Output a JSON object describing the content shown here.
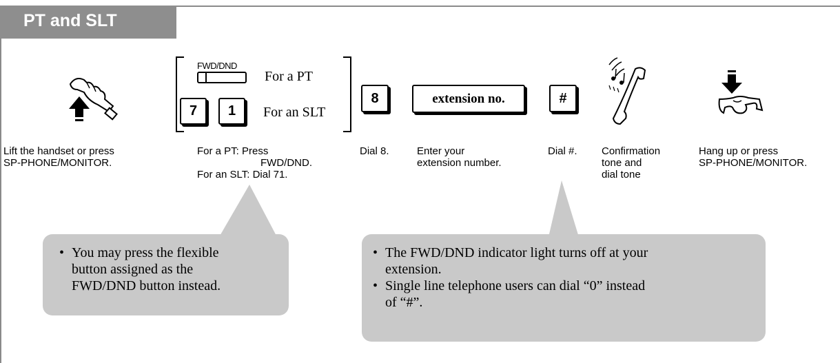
{
  "header": {
    "title": "PT and SLT"
  },
  "steps": {
    "lift": {
      "caption_line1": "Lift the handset or press",
      "caption_line2": "SP-PHONE/MONITOR."
    },
    "fwd": {
      "key_label": "FWD/DND",
      "for_pt": "For a PT",
      "key_7": "7",
      "key_1": "1",
      "for_slt": "For an SLT",
      "caption_line1": "For a PT: Press",
      "caption_line2": "FWD/DND.",
      "caption_line3": "For an SLT: Dial 71."
    },
    "dial8": {
      "key": "8",
      "caption": "Dial 8."
    },
    "extension": {
      "box_label": "extension no.",
      "caption_line1": "Enter your",
      "caption_line2": "extension number."
    },
    "dial_hash": {
      "key": "#",
      "caption": "Dial #."
    },
    "confirm": {
      "caption_line1": "Confirmation",
      "caption_line2": "tone and",
      "caption_line3": "dial tone"
    },
    "hangup": {
      "caption_line1": "Hang up or press",
      "caption_line2": "SP-PHONE/MONITOR."
    }
  },
  "notes": {
    "left": {
      "bullet": "•",
      "line1": "You may press the flexible",
      "line2": "button assigned as the",
      "line3": "FWD/DND button instead."
    },
    "right": {
      "bullet": "•",
      "item1_line1": "The FWD/DND indicator light turns off at your",
      "item1_line2": "extension.",
      "item2_line1": "Single line telephone users can dial “0” instead",
      "item2_line2": "of “#”."
    }
  },
  "colors": {
    "tab_bg": "#8e8e8e",
    "callout_bg": "#c9c9c9",
    "frame": "#8a8a8a"
  }
}
